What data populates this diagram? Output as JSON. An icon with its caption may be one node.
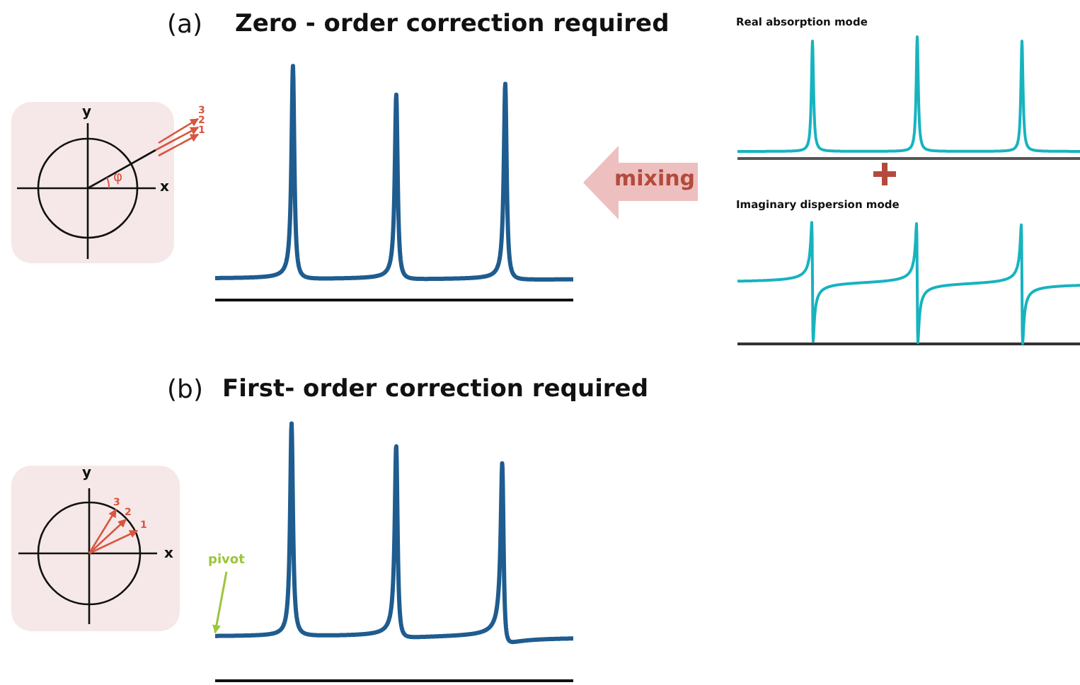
{
  "diagram": {
    "nodes": [
      {
        "text": [
          "pivot"
        ]
      },
      {
        "text": [],
        "shape": "picture"
      }
    ],
    "edges": [
      {
        "from": 0,
        "to": 1,
        "arrow": "to",
        "color": "#9bc53d"
      }
    ],
    "labels": [
      "(a)",
      "Zero - order correction required",
      "y",
      "3",
      "2",
      "1",
      "x",
      "φ",
      "mixing",
      "Real absorption mode",
      "Imaginary dispersion mode",
      "(b)",
      "First- order correction required",
      "y",
      "3",
      "2",
      "1",
      "x"
    ]
  }
}
